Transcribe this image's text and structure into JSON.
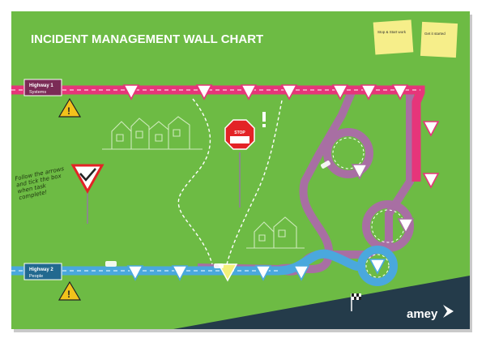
{
  "title": "INCIDENT MANAGEMENT WALL CHART",
  "colors": {
    "background": "#6dbb44",
    "road_pink": "#e6357a",
    "road_blue": "#4aa8dd",
    "road_purple": "#a86fa3",
    "warning": "#f3c21b",
    "stop_red": "#e32326",
    "brand_dark": "#243b4a"
  },
  "highways": [
    {
      "label": "Highway 1",
      "sublabel": "Systems"
    },
    {
      "label": "Highway 2",
      "sublabel": "People"
    }
  ],
  "sticky_notes": [
    "Stop & Start work",
    "Get it started"
  ],
  "handwritten": "Follow the arrows and tick the box when task complete!",
  "stop_sign": "STOP",
  "logo": "amey"
}
